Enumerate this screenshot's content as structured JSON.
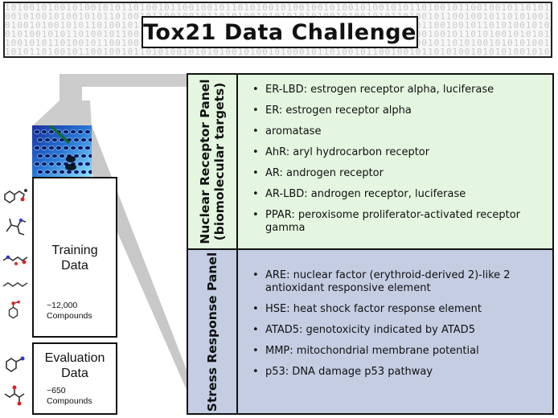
{
  "title": "Tox21 Data Challenge",
  "banner_pattern": "1010 0101 0010 1001 0101 1010 0101 1001 0010 1101 0100 1010",
  "training": {
    "title_line1": "Training",
    "title_line2": "Data",
    "count": "~12,000",
    "unit": "Compounds"
  },
  "evaluation": {
    "title_line1": "Evaluation",
    "title_line2": "Data",
    "count": "~650",
    "unit": "Compounds"
  },
  "nuclear_panel": {
    "label_line1": "Nuclear Receptor Panel",
    "label_line2": "(biomolecular targets)",
    "items": [
      "ER-LBD: estrogen receptor alpha, luciferase",
      "ER: estrogen receptor alpha",
      "aromatase",
      "AhR: aryl hydrocarbon receptor",
      "AR: androgen receptor",
      "AR-LBD: androgen receptor, luciferase",
      "PPAR: peroxisome proliferator-activated receptor gamma"
    ]
  },
  "stress_panel": {
    "label": "Stress Response Panel",
    "items": [
      "ARE: nuclear factor (erythroid-derived 2)-like 2 antioxidant responsive element",
      "HSE: heat shock factor response element",
      "ATAD5: genotoxicity indicated by ATAD5",
      "MMP: mitochondrial membrane potential",
      "p53: DNA damage p53 pathway"
    ]
  },
  "colors": {
    "nuclear_bg": "#e4f6e0",
    "stress_bg": "#c5cde3",
    "callout": "#cccccc"
  }
}
